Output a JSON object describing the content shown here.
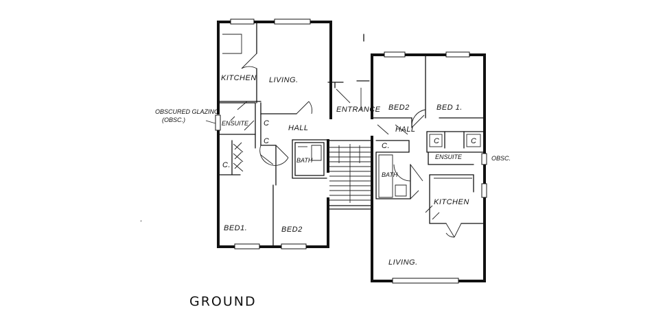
{
  "title": "GROUND",
  "left_unit": {
    "kitchen": "KITCHEN",
    "living": "LIVING.",
    "ensuite": "ENSUITE",
    "c1": "C",
    "c2": "C",
    "hall": "HALL",
    "bath": "BATH",
    "c3": "C.",
    "bed1": "BED1.",
    "bed2": "BED2"
  },
  "right_unit": {
    "bed2": "BED2",
    "bed1": "BED 1.",
    "hall": "HALL",
    "c1": "C.",
    "c2": "C",
    "c3": "C",
    "ensuite": "ENSUITE",
    "bath": "BATH",
    "kitchen": "KITCHEN",
    "living": "LIVING."
  },
  "entrance": "ENTRANCE",
  "notes": {
    "obscured_1": "OBSCURED GLAZING",
    "obscured_2": "(OBSC.)",
    "obsc_right": "OBSC."
  }
}
